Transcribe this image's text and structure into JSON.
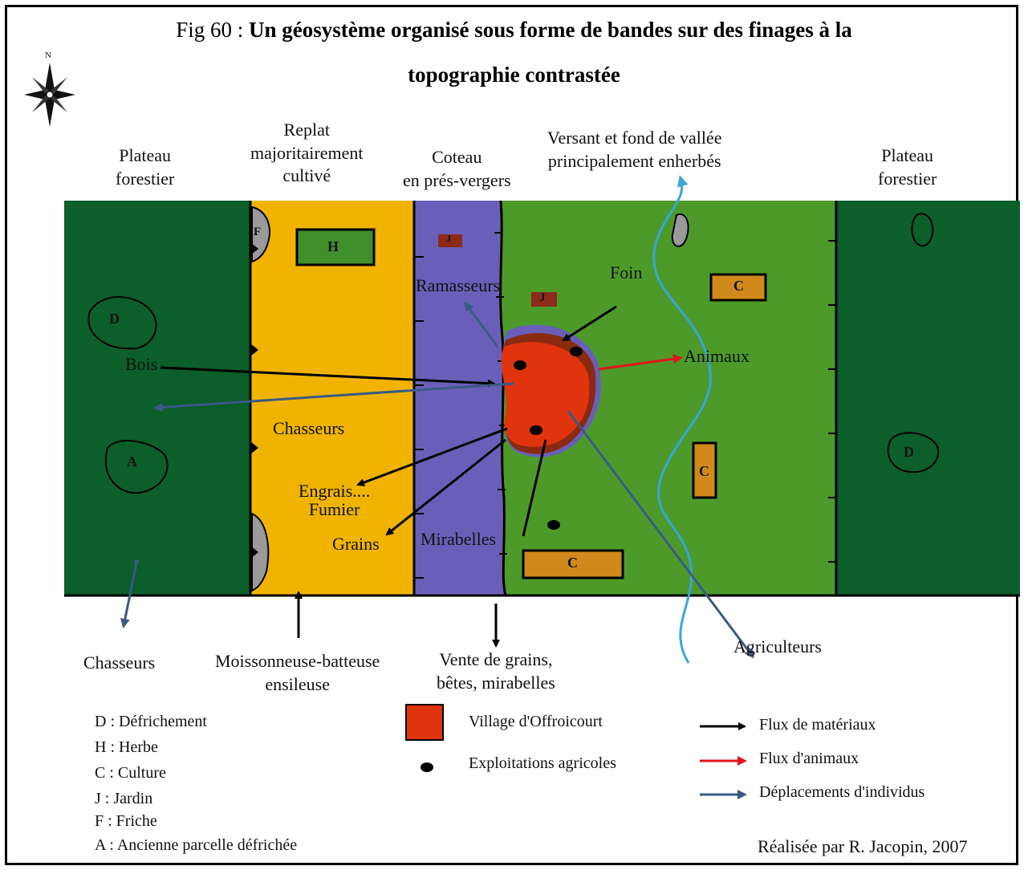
{
  "title": {
    "prefix": "Fig 60 : ",
    "line1": "Un géosystème organisé sous forme de bandes sur des finages à la",
    "line2": "topographie contrastée"
  },
  "compass": {
    "north_label": "N"
  },
  "zones": {
    "plateau_left": [
      "Plateau",
      "forestier"
    ],
    "replat": [
      "Replat",
      "majoritairement",
      "cultivé"
    ],
    "coteau": [
      "Coteau",
      "en prés-vergers"
    ],
    "versant": [
      "Versant et fond de vallée",
      "principalement enherbés"
    ],
    "plateau_right": [
      "Plateau",
      "forestier"
    ]
  },
  "plots": {
    "H": "H",
    "J": "J",
    "C": "C",
    "D": "D",
    "A": "A",
    "F": "F"
  },
  "labels": {
    "bois": "Bois",
    "chasseurs_mid": "Chasseurs",
    "ramasseurs": "Ramasseurs",
    "foin": "Foin",
    "animaux": "Animaux",
    "engrais": [
      "Engrais....",
      "Fumier"
    ],
    "grains": "Grains",
    "mirabelles": "Mirabelles",
    "chasseurs_bottom": "Chasseurs",
    "moissonneuse": [
      "Moissonneuse-batteuse",
      "ensileuse"
    ],
    "vente": [
      "Vente de grains,",
      "bêtes, mirabelles"
    ],
    "agriculteurs": "Agriculteurs"
  },
  "legend_codes": [
    "D : Défrichement",
    "H : Herbe",
    "C : Culture",
    "J : Jardin",
    "F : Friche",
    "A : Ancienne parcelle défrichée"
  ],
  "legend_symbols": {
    "village": "Village d'Offroicourt",
    "exploitations": "Exploitations agricoles"
  },
  "legend_flows": [
    {
      "label": "Flux de matériaux",
      "color": "#000000"
    },
    {
      "label": "Flux d'animaux",
      "color": "#e0161a"
    },
    {
      "label": "Déplacements d'individus",
      "color": "#3a5a85"
    }
  ],
  "credit": "Réalisée par R. Jacopin, 2007",
  "colors": {
    "forest": "#0c5e2a",
    "replat": "#f0b400",
    "coteau": "#6a5fb8",
    "versant": "#4d9a2a",
    "village": "#e0340f",
    "village_outline": "#8a2a10",
    "culture": "#d08a1a",
    "jardin": "#8a2a1a",
    "herbe": "#3f8f2a",
    "friche": "#9a9a9a",
    "river": "#3aa6d8",
    "people": "#3a5a85",
    "animals": "#e0161a"
  }
}
